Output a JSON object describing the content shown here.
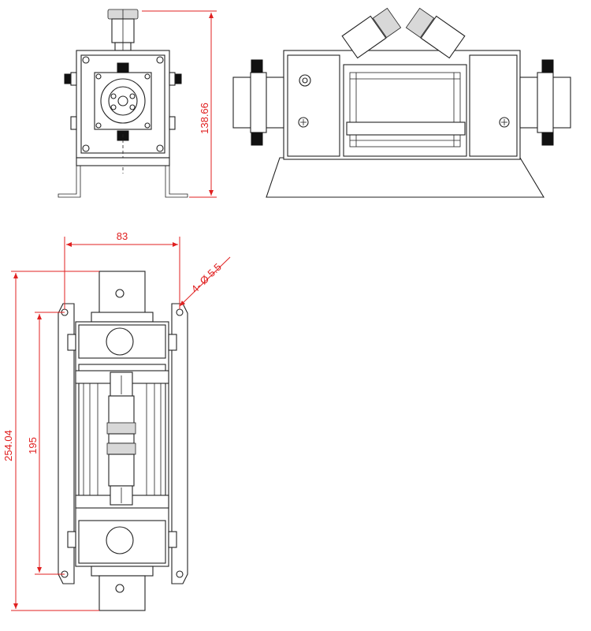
{
  "dimensions": {
    "height_front": "138.66",
    "width_top": "83",
    "overall_length": "254.04",
    "hole_spacing": "195",
    "mount_holes": "4- Ø 5.5"
  },
  "colors": {
    "dimension": "#e02020",
    "outline": "#222222",
    "background": "#ffffff"
  }
}
